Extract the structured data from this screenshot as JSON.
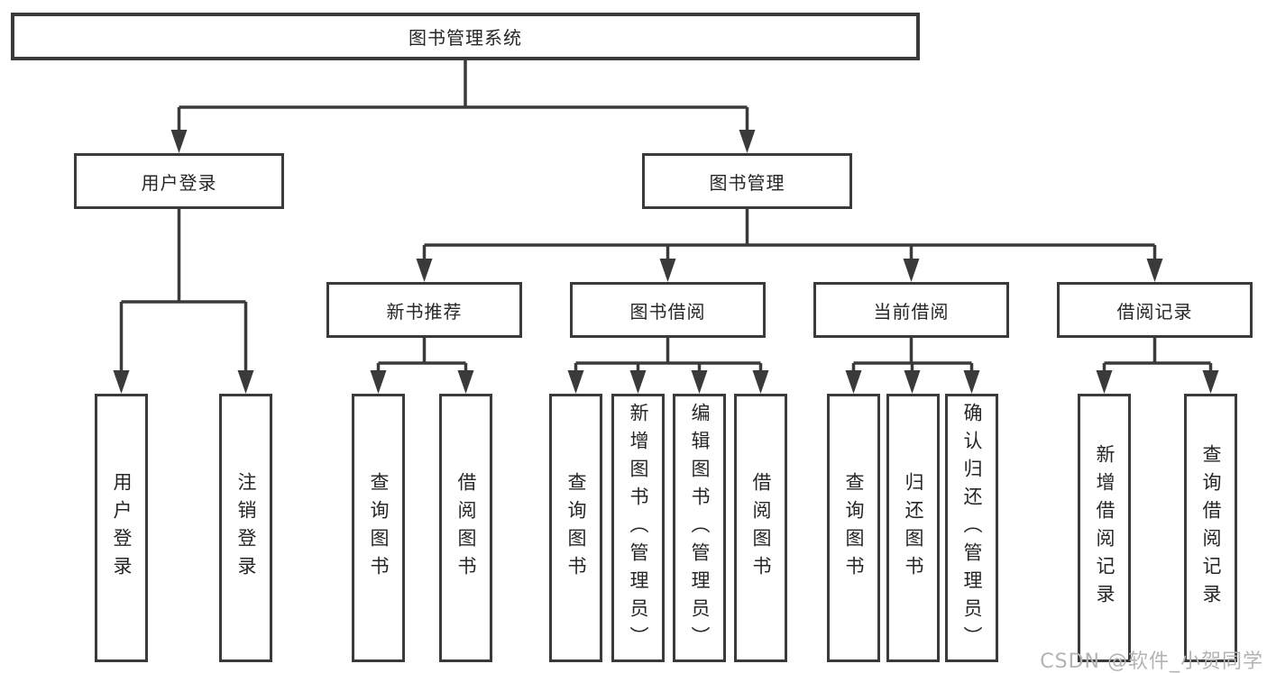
{
  "colors": {
    "line": "#3a3a3a",
    "box_border": "#3a3a3a",
    "text": "#262626",
    "background": "#ffffff",
    "watermark": "#b3b3b3"
  },
  "watermark": {
    "text": "CSDN @软件_小贺同学"
  },
  "diagram": {
    "type": "hierarchy-tree",
    "root": {
      "label": "图书管理系统"
    },
    "branches": [
      {
        "label": "用户登录",
        "children": [
          {
            "label": "用户登录"
          },
          {
            "label": "注销登录"
          }
        ]
      },
      {
        "label": "图书管理",
        "children": [
          {
            "label": "新书推荐",
            "children": [
              {
                "label": "查询图书"
              },
              {
                "label": "借阅图书"
              }
            ]
          },
          {
            "label": "图书借阅",
            "children": [
              {
                "label": "查询图书"
              },
              {
                "label": "新增图书（管理员）"
              },
              {
                "label": "编辑图书（管理员）"
              },
              {
                "label": "借阅图书"
              }
            ]
          },
          {
            "label": "当前借阅",
            "children": [
              {
                "label": "查询图书"
              },
              {
                "label": "归还图书"
              },
              {
                "label": "确认归还（管理员）"
              }
            ]
          },
          {
            "label": "借阅记录",
            "children": [
              {
                "label": "新增借阅记录"
              },
              {
                "label": "查询借阅记录"
              }
            ]
          }
        ]
      }
    ]
  }
}
